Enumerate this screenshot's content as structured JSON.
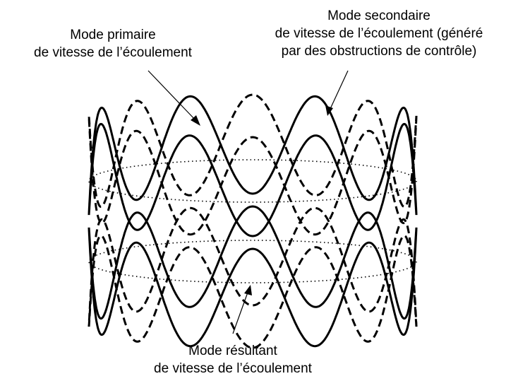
{
  "labels": {
    "primary": [
      "Mode primaire",
      "de vitesse de l’écoulement"
    ],
    "secondary": [
      "Mode secondaire",
      "de vitesse de l’écoulement (généré",
      "par des obstructions de contrôle)"
    ],
    "result": [
      "Mode résultant",
      "de vitesse de l’écoulement"
    ]
  },
  "colors": {
    "ink": "#000000",
    "background": "#ffffff"
  },
  "legend_styles": {
    "primary": "solid",
    "secondary": "dashed",
    "result": "dotted-ring"
  }
}
